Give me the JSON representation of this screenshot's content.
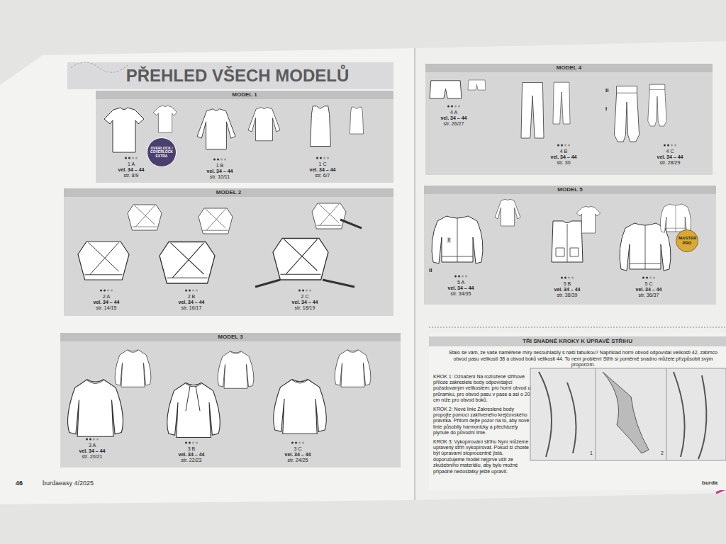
{
  "diagram": {
    "title": "PŘEHLED VŠECH MODELŮ",
    "nodes": [
      {
        "text": [
          "MODEL 1"
        ]
      },
      {
        "text": [
          "OVERLOCK / COVERLOCK",
          "EXTRA"
        ],
        "in": 0
      },
      {
        "text": [
          "MODEL 2"
        ]
      },
      {
        "text": [
          "MODEL 3"
        ]
      },
      {
        "text": [
          "MODEL 4"
        ]
      },
      {
        "text": [
          "MODEL 5"
        ]
      },
      {
        "text": [
          "MASTER PRO"
        ],
        "in": 5
      },
      {
        "text": [
          "TŘI SNADNÉ KROKY K ÚPRAVĚ STŘIHU",
          "Stalo se vám, že vaše naměřené míry nesouhlasily s naší tabulkou? Například horní obvod odpovídal velikosti 42, zatímco obvod pasu velikosti 38 a obvod boků velikosti 44. To není problém! Střih si poměrně snadno můžete přizpůsobit svým proporcím.",
          "KROK 1: Označení Na rozložené střihové příloze zakreslete body odpovídající požadovaným velikostem: pro horní obvod u průramku, pro obvod pasu v pase a asi o 20 cm níže pro obvod boků.",
          "KROK 2: Nové linie Zakreslené body propojte pomocí zakřiveného krejčovského pravítka. Přitom dejte pozor na to, aby nové linie působily harmonicky a přecházely plynule do původní linie.",
          "KROK 3: Vykopírování střihu Nyní můžeme upravený střih vykopírovat. Pokud si chcete být úpravami stoprocentně jistá, doporučujeme model nejprve ušít ze zkušebního materiálu, aby bylo možné případné nedostatky ještě upravit."
        ]
      }
    ],
    "labels": [
      "1 A",
      "vel. 34 – 44",
      "str. 8/9",
      "1 B",
      "vel. 34 – 44",
      "str. 10/11",
      "1 C",
      "vel. 34 – 44",
      "str. 6/7",
      "2 A",
      "vel. 34 – 44",
      "str. 14/15",
      "2 B",
      "vel. 34 – 44",
      "str. 16/17",
      "2 C",
      "vel. 34 – 44",
      "str. 18/19",
      "3 A",
      "vel. 34 – 44",
      "str. 20/21",
      "3 B",
      "vel. 34 – 44",
      "str. 22/23",
      "3 C",
      "vel. 34 – 44",
      "str. 24/25",
      "4 A",
      "vel. 34 – 44",
      "str. 26/27",
      "4 B",
      "vel. 34 – 44",
      "str. 30",
      "4 C",
      "vel. 34 – 44",
      "str. 28/29",
      "5 A",
      "vel. 34 – 44",
      "str. 34/35",
      "5 B",
      "vel. 34 – 44",
      "str. 38/39",
      "5 C",
      "vel. 34 – 44",
      "str. 36/37",
      "II",
      "I",
      "I",
      "II",
      "1",
      "2",
      "46",
      "burdaeasy 4/2025",
      "burda"
    ]
  }
}
